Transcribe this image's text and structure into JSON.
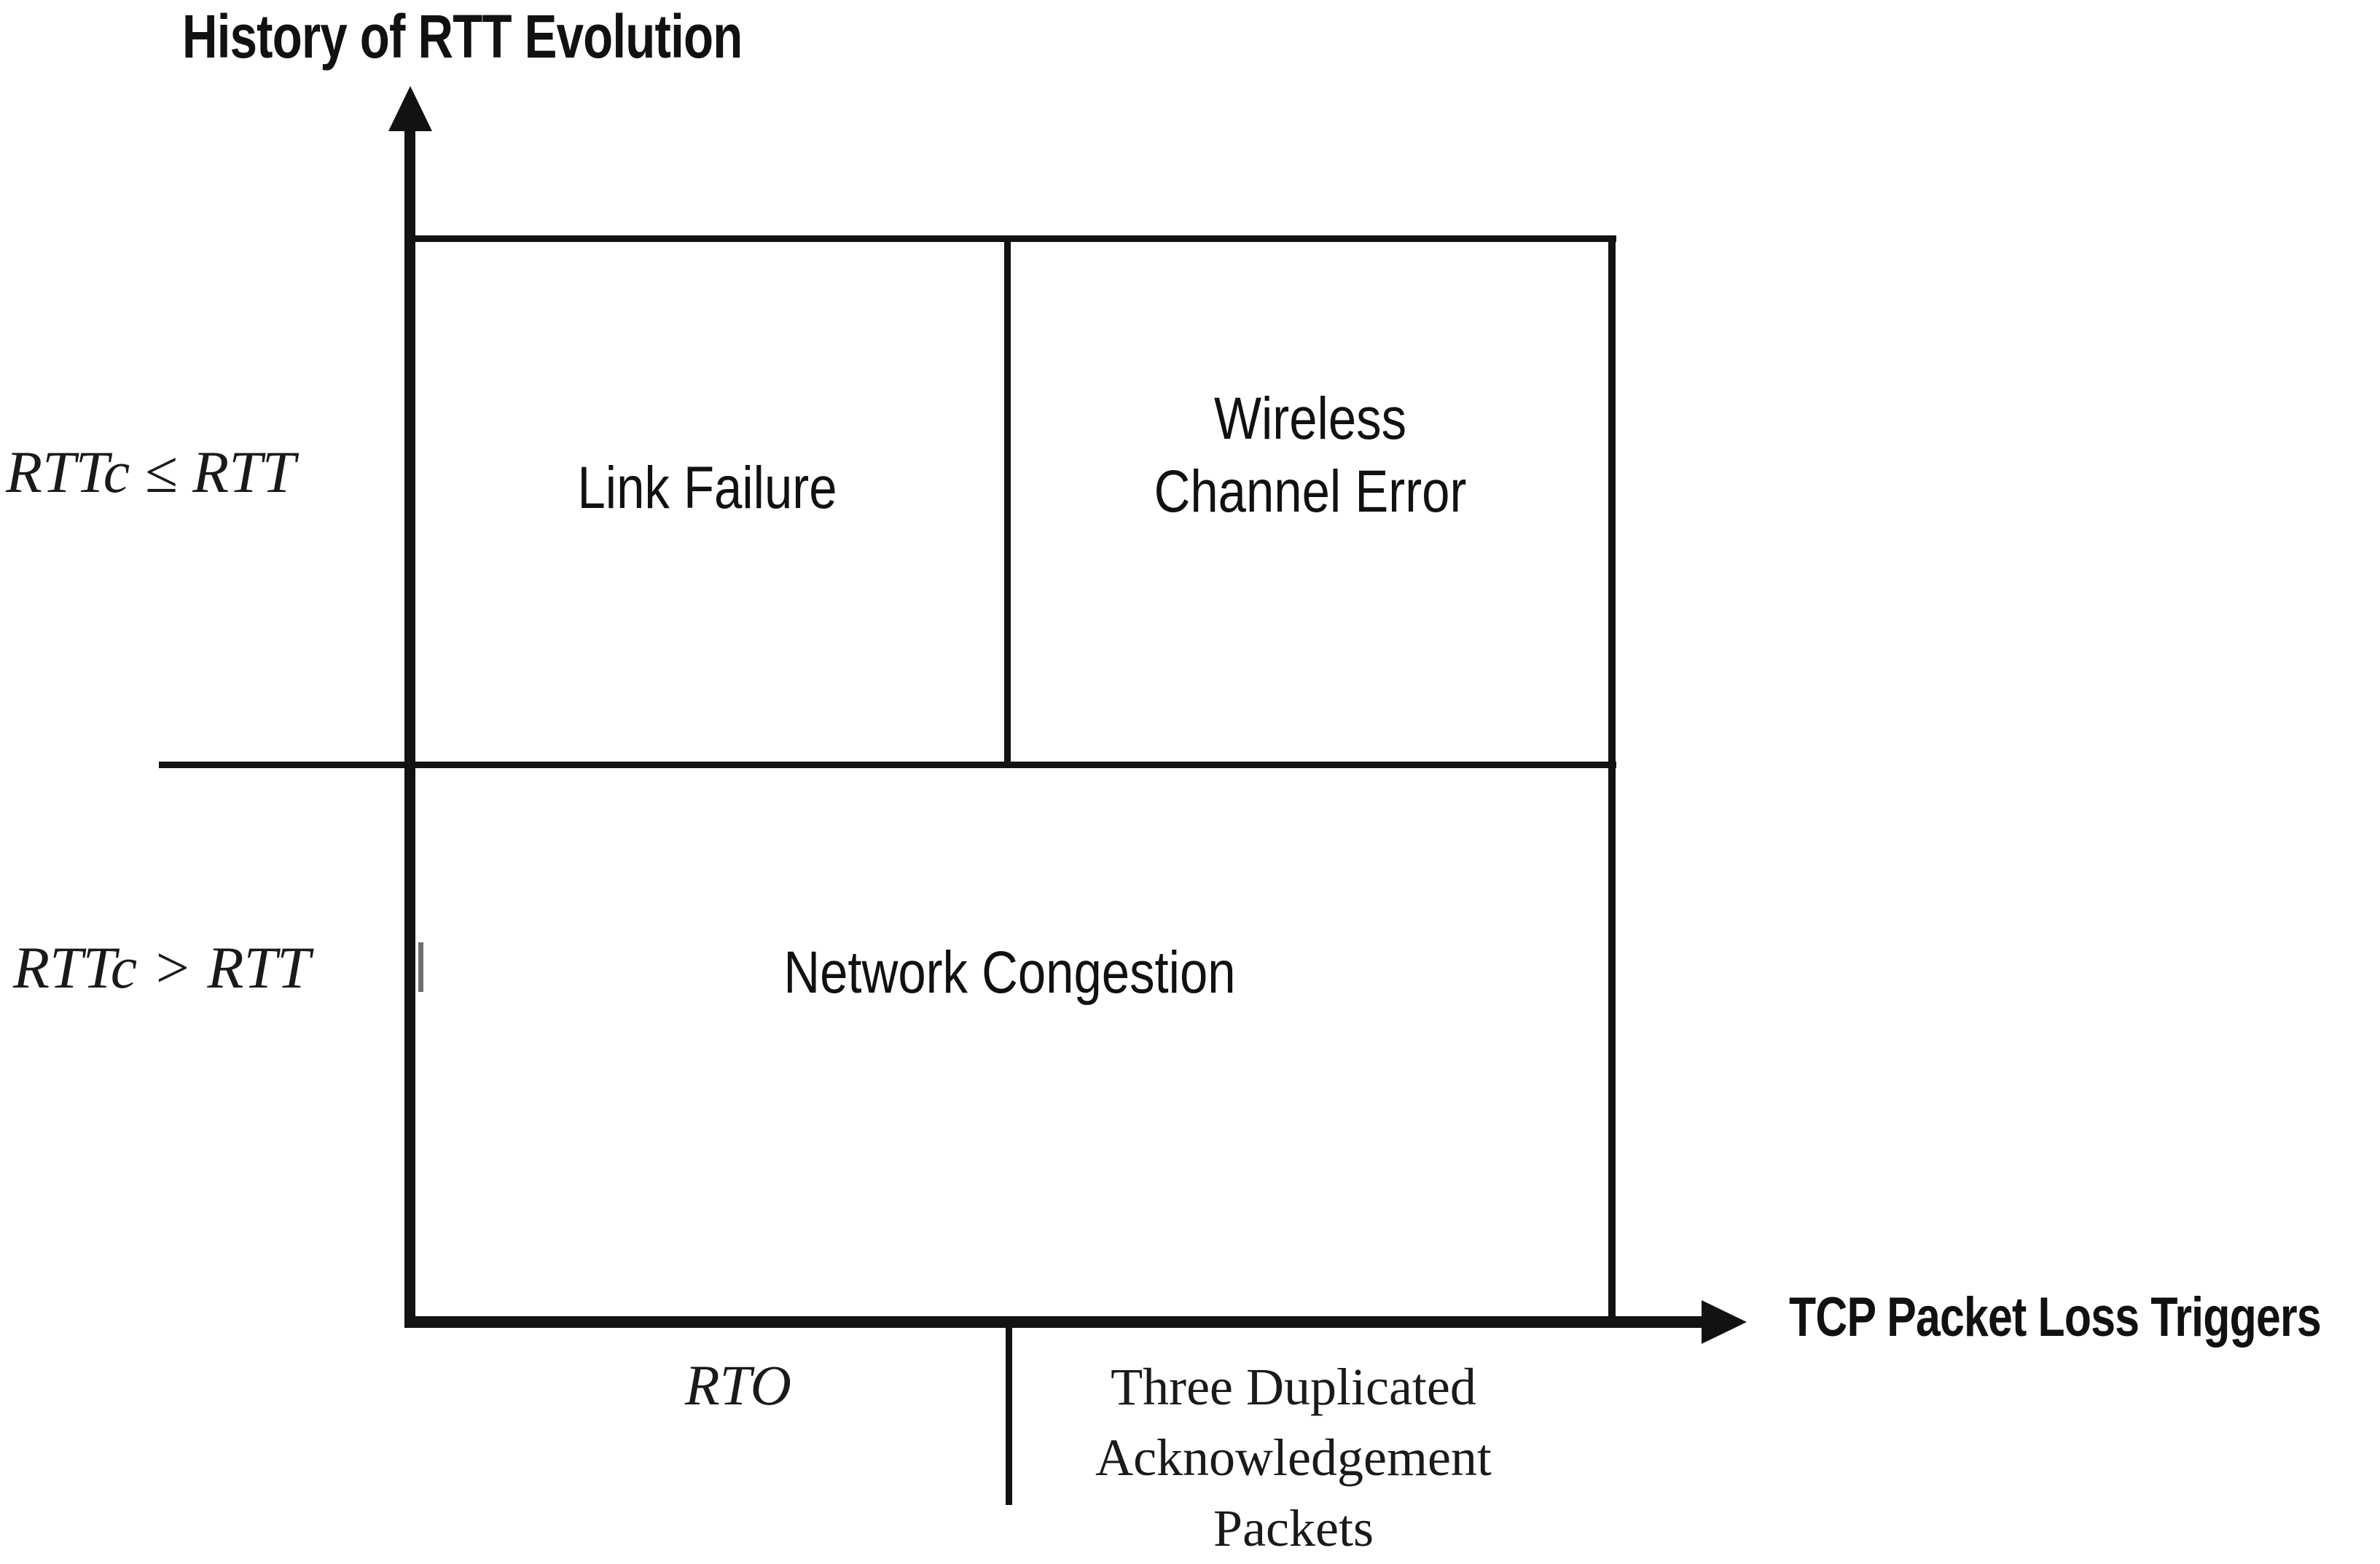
{
  "chart_data": {
    "type": "table",
    "title": "History of RTT Evolution",
    "xlabel": "TCP Packet Loss Triggers",
    "ylabel": "History of RTT Evolution",
    "grid": false,
    "legend": "none",
    "description": "Two-by-two decision matrix mapping TCP packet loss triggers against RTT evolution history to a packet-loss cause.",
    "row_categories": [
      "RTTc ≤ RTT",
      "RTTc > RTT"
    ],
    "column_categories": [
      "RTO",
      "Three Duplicated Acknowledgement Packets"
    ],
    "cells": [
      {
        "row": "RTTc ≤ RTT",
        "column": "RTO",
        "value": "Link Failure"
      },
      {
        "row": "RTTc ≤ RTT",
        "column": "Three Duplicated Acknowledgement Packets",
        "value": "Wireless Channel Error"
      },
      {
        "row": "RTTc > RTT",
        "column": "RTO",
        "value": "Network Congestion"
      },
      {
        "row": "RTTc > RTT",
        "column": "Three Duplicated Acknowledgement Packets",
        "value": "Network Congestion"
      }
    ]
  },
  "title": {
    "text": "History of RTT Evolution"
  },
  "axes": {
    "y": {
      "title": "History of RTT Evolution",
      "arrow_icon": "arrow-up-icon",
      "labels": [
        {
          "id": "upper",
          "text": "RTTc ≤ RTT"
        },
        {
          "id": "lower",
          "text": "RTTc > RTT"
        }
      ]
    },
    "x": {
      "title": "TCP Packet Loss Triggers",
      "arrow_icon": "arrow-right-icon",
      "labels": [
        {
          "id": "rto",
          "text": "RTO"
        },
        {
          "id": "dupack",
          "lines": [
            "Three Duplicated",
            "Acknowledgement",
            "Packets"
          ]
        }
      ]
    }
  },
  "matrix": {
    "cells": [
      {
        "id": "link-failure",
        "lines": [
          "Link Failure"
        ]
      },
      {
        "id": "wireless-channel-error",
        "lines": [
          "Wireless",
          "Channel Error"
        ]
      },
      {
        "id": "network-congestion",
        "lines": [
          "Network Congestion"
        ]
      }
    ]
  },
  "colors": {
    "stroke": "#121212",
    "text": "#111111",
    "minor_tick": "#6f6f6f",
    "background": "#ffffff"
  }
}
